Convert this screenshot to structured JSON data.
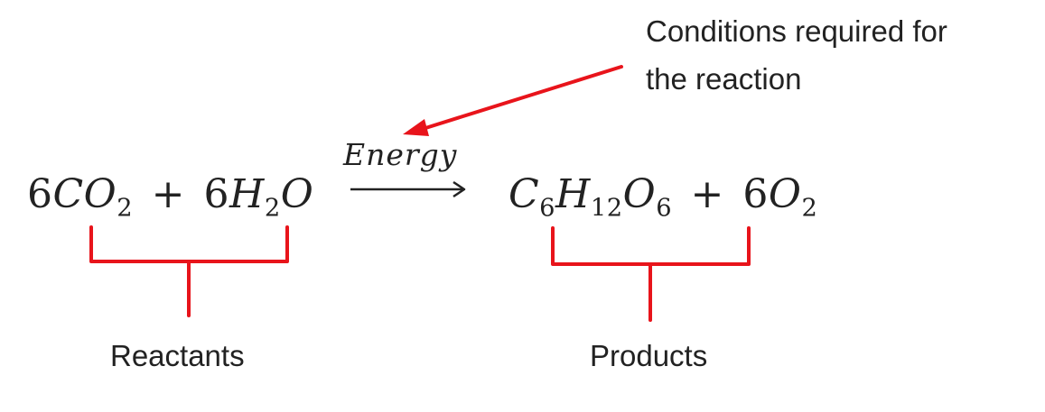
{
  "conditions_label": {
    "line1": "Conditions required for",
    "line2": "the reaction"
  },
  "arrow_label": "Energy",
  "equation": {
    "reactants": {
      "term1": {
        "coef": "6",
        "formula": "CO",
        "sub": "2"
      },
      "plus": "+",
      "term2": {
        "coef": "6",
        "formula_a": "H",
        "sub_a": "2",
        "formula_b": "O"
      }
    },
    "products": {
      "term1": {
        "a": "C",
        "sub_a": "6",
        "b": "H",
        "sub_b": "12",
        "c": "O",
        "sub_c": "6"
      },
      "plus": "+",
      "term2": {
        "coef": "6",
        "formula": "O",
        "sub": "2"
      }
    }
  },
  "reactants_label": "Reactants",
  "products_label": "Products",
  "colors": {
    "annotation": "#e8141b",
    "text": "#222222"
  }
}
